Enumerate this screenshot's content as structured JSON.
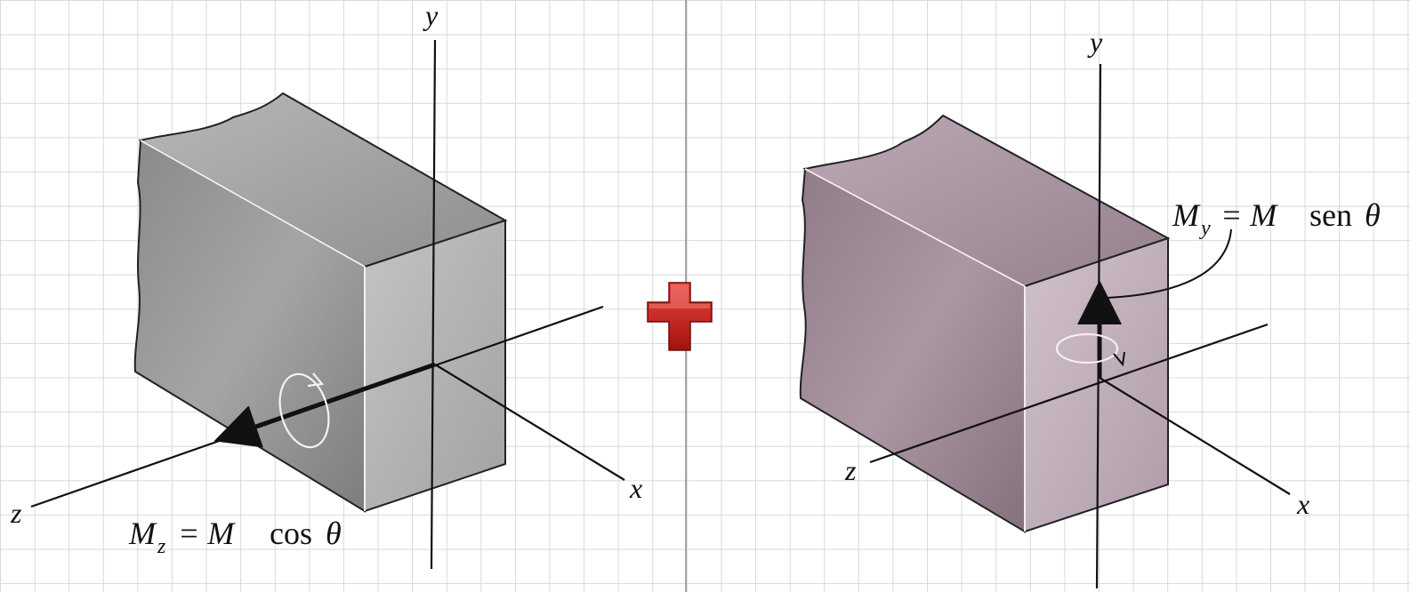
{
  "left_figure": {
    "axis_y": "y",
    "axis_x": "x",
    "axis_z": "z",
    "moment_symbol": "M",
    "moment_subscript": "z",
    "moment_rhs_prefix": "= M",
    "moment_rhs_func": "cos",
    "moment_rhs_angle": "θ",
    "colors": {
      "block": "#9a9a9a",
      "block_light": "#c9c9c9"
    }
  },
  "right_figure": {
    "axis_y": "y",
    "axis_x": "x",
    "axis_z": "z",
    "moment_symbol": "M",
    "moment_subscript": "y",
    "moment_rhs_prefix": "= M",
    "moment_rhs_func": "sen",
    "moment_rhs_angle": "θ",
    "colors": {
      "block": "#a38e9c",
      "block_light": "#cfbfca"
    }
  },
  "operator": {
    "name": "plus-icon",
    "color": "#c8201e"
  },
  "colors": {
    "grid": "#d9d9d9",
    "ink": "#111111"
  }
}
